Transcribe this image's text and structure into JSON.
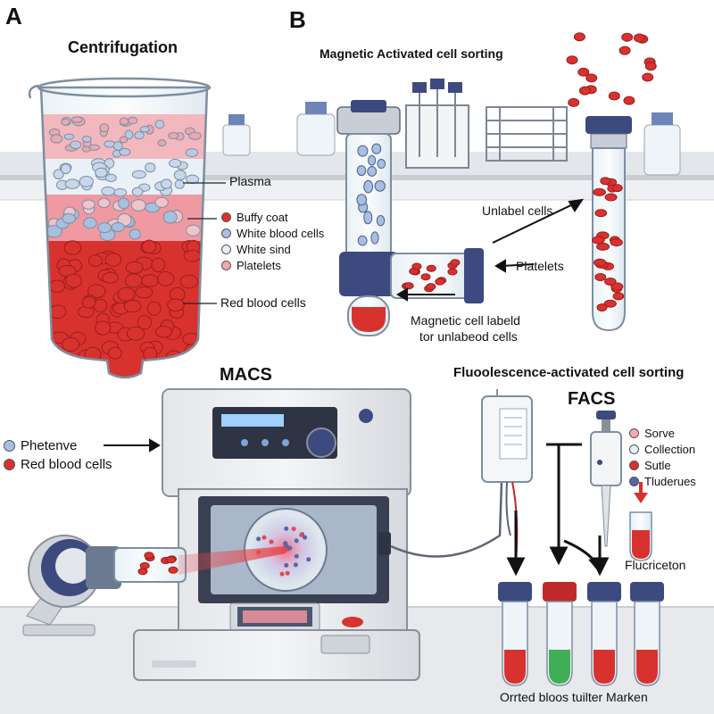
{
  "panels": {
    "a": {
      "letter": "A",
      "title": "Centrifugation",
      "labels": [
        "Plasma",
        "Red blood cells"
      ],
      "legend": [
        {
          "text": "Buffy coat",
          "color": "#d8322f"
        },
        {
          "text": "White blood cells",
          "color": "#a8bfe0"
        },
        {
          "text": "White sind",
          "color": "#e6eef8"
        },
        {
          "text": "Platelets",
          "color": "#f4a9ad"
        }
      ]
    },
    "b": {
      "letter": "B",
      "title": "Magnetic Activated cell sorting",
      "labels": {
        "unlabel": "Unlabel cells",
        "platelets": "Platelets",
        "magnetic_line1": "Magnetic  cell labeld",
        "magnetic_line2": "tor unlabeod cells"
      }
    },
    "macs": {
      "title": "MACS",
      "legend": [
        {
          "text": "Phetenve",
          "color": "#a8bfe0"
        },
        {
          "text": "Red blood cells",
          "color": "#d8322f"
        }
      ]
    },
    "facs": {
      "subtitle": "Fluoolescence-activated cell sorting",
      "title": "FACS",
      "legend": [
        {
          "text": "Sorve",
          "color": "#f4a9ad"
        },
        {
          "text": "Collection",
          "color": "#e6eef8"
        },
        {
          "text": "Sutle",
          "color": "#d8322f"
        },
        {
          "text": "Tluderues",
          "color": "#5566a8"
        }
      ],
      "fluor_label": "Flucriceton",
      "bottom_caption": "Orrted bloos tuilter Marken"
    }
  },
  "colors": {
    "blood_red": "#d8322f",
    "plasma_pink": "#f2b8bd",
    "wbc_blue": "#a8bfe0",
    "cap_navy": "#3c4a80",
    "green": "#3fae55",
    "laser": "#e5484d",
    "counter": "#e3e6ea"
  }
}
